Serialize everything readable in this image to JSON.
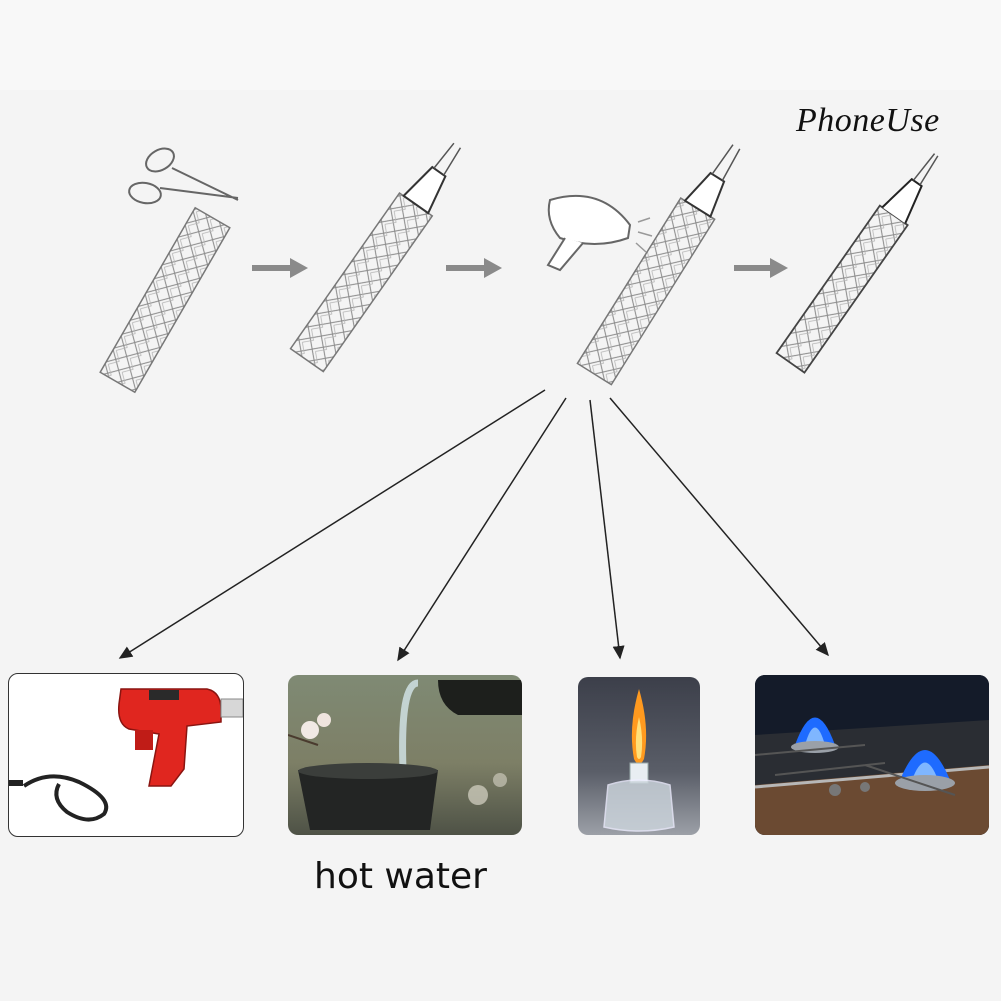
{
  "watermark": "PhoneUse",
  "steps": [
    {
      "name": "cut-step",
      "icon": "scissors-icon"
    },
    {
      "name": "wrap-step",
      "icon": "handle-sleeve-icon"
    },
    {
      "name": "heat-step",
      "icon": "hair-dryer-icon"
    },
    {
      "name": "finished-step",
      "icon": "shrunk-handle-icon"
    }
  ],
  "heat_sources": [
    {
      "name": "heat-gun",
      "icon": "heat-gun-icon"
    },
    {
      "name": "hot-water",
      "icon": "kettle-pouring-icon",
      "caption": "hot water"
    },
    {
      "name": "alcohol-lamp",
      "icon": "alcohol-lamp-icon"
    },
    {
      "name": "gas-stove",
      "icon": "gas-stove-icon"
    }
  ],
  "colors": {
    "line": "#6f6f6f",
    "arrow": "#888888",
    "heat_gun_red": "#e0261f",
    "flame_blue": "#1e6bff"
  }
}
